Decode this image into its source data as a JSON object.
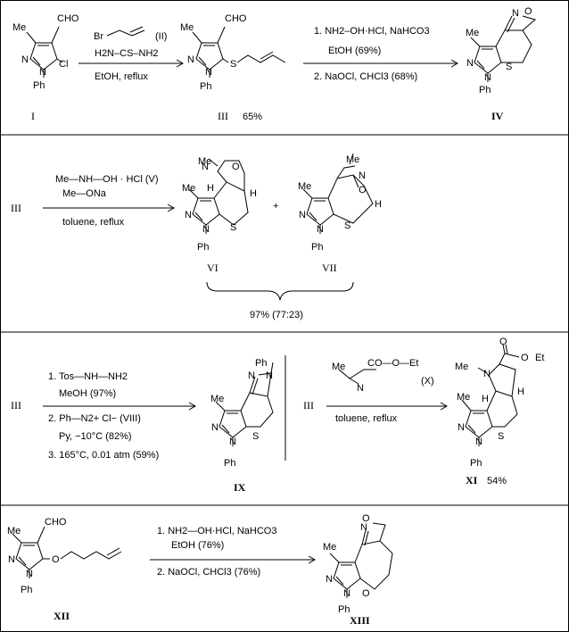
{
  "atoms": {
    "cho": "CHO",
    "me": "Me",
    "n": "N",
    "ph": "Ph",
    "cl": "Cl",
    "s": "S",
    "o": "O",
    "h": "H",
    "br": "Br",
    "et": "Et"
  },
  "row1": {
    "reagent_II": "(II)",
    "thiourea": "H2N–CS–NH2",
    "cond": "EtOH,   reflux",
    "step1": "1.  NH2–OH·HCl,  NaHCO3",
    "step1b": "EtOH      (69%)",
    "step2": "2.  NaOCl,    CHCl3     (68%)",
    "label_I": "I",
    "label_III": "III",
    "yield_III": "65%",
    "label_IV": "IV"
  },
  "row2": {
    "start": "III",
    "reagent": "Me—NH—OH · HCl   (V)",
    "base": "Me—ONa",
    "cond": "toluene,  reflux",
    "plus": "+",
    "label_VI": "VI",
    "label_VII": "VII",
    "yield": "97% (77:23)"
  },
  "row3": {
    "start": "III",
    "step1": "1.  Tos—NH—NH2",
    "step1b": "MeOH     (97%)",
    "step2": "2.  Ph—N2+   Cl−  (VIII)",
    "step2b": "Py,  −10°C    (82%)",
    "step3": "3.  165°C,  0.01 atm  (59%)",
    "label_IX": "IX",
    "start2": "III",
    "reagent_X": "(X)",
    "coo": "CO—O—Et",
    "cond2": "toluene,  reflux",
    "label_XI": "XI",
    "yield_XI": "54%"
  },
  "row4": {
    "step1": "1.  NH2—OH·HCl,  NaHCO3",
    "step1b": "EtOH      (76%)",
    "step2": "2.  NaOCl,    CHCl3       (76%)",
    "label_XII": "XII",
    "label_XIII": "XIII"
  }
}
